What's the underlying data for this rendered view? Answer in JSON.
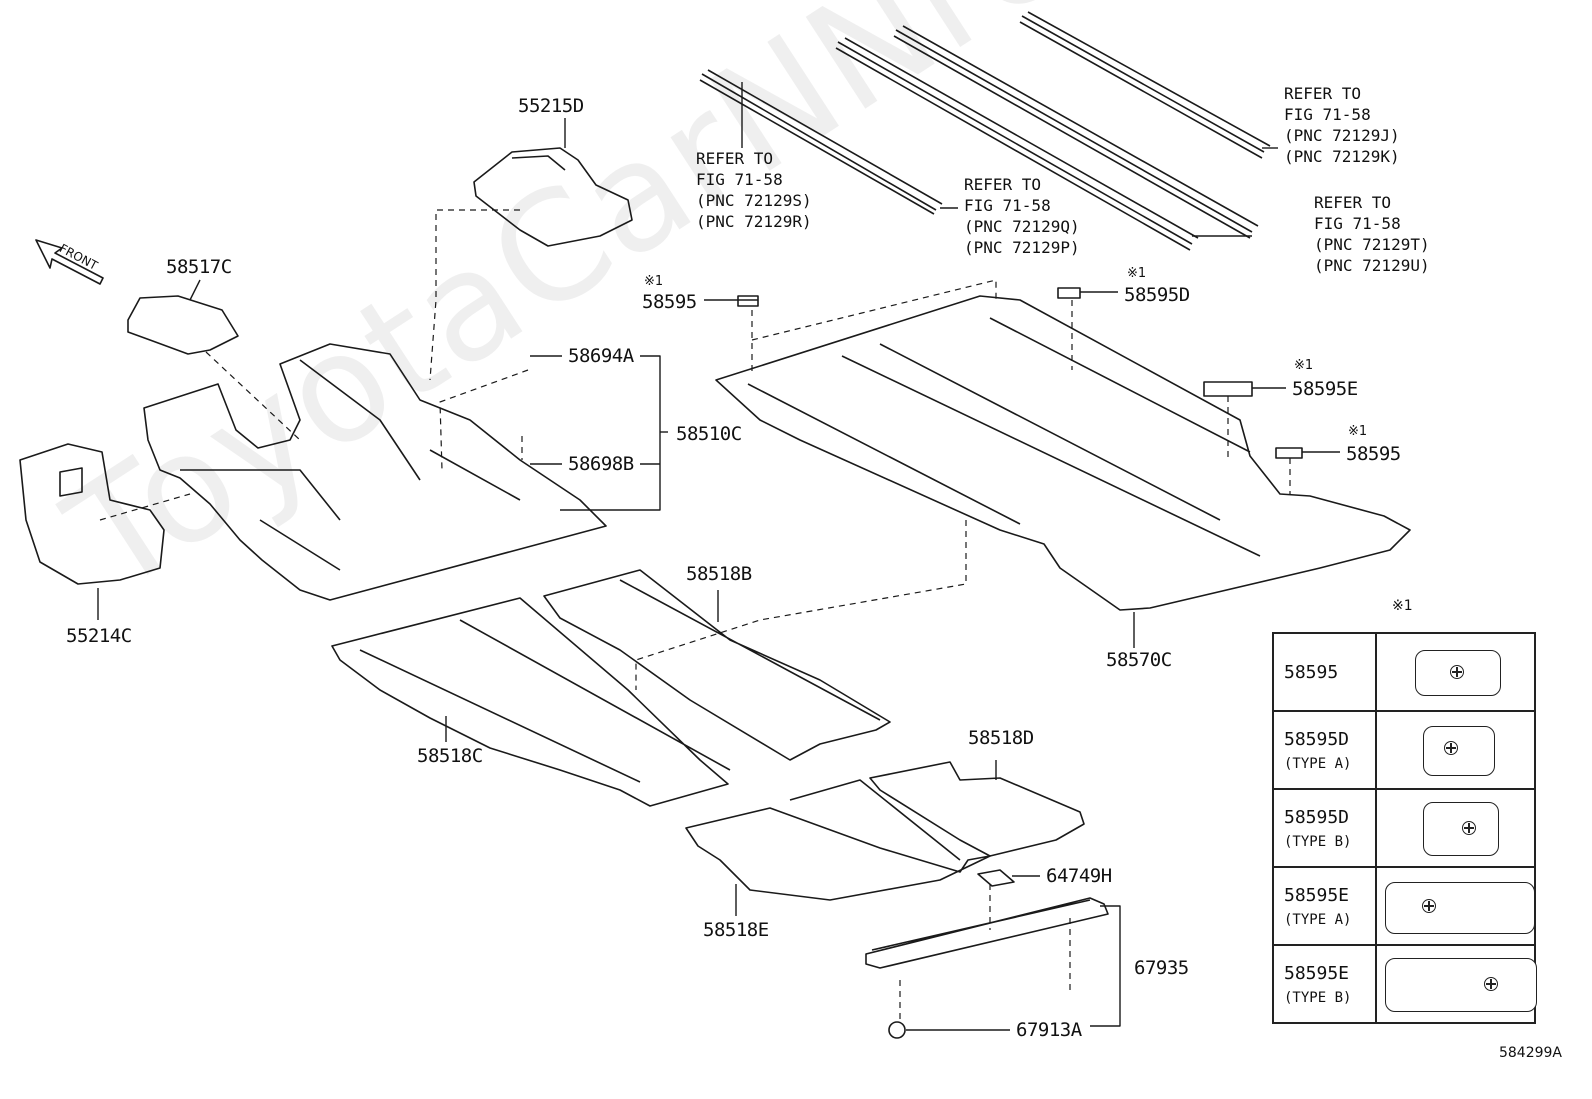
{
  "watermark": "ToyotaCarNNre.ru",
  "front_label": "FRONT",
  "diagram_code": "584299A",
  "legend_mark": "※1",
  "labels": {
    "p55215D": "55215D",
    "p58517C": "58517C",
    "p58694A": "58694A",
    "p58510C": "58510C",
    "p58698B": "58698B",
    "p55214C": "55214C",
    "p58518B": "58518B",
    "p58518C": "58518C",
    "p58518D": "58518D",
    "p58518E": "58518E",
    "p64749H": "64749H",
    "p67935": "67935",
    "p67913A": "67913A",
    "p58570C": "58570C",
    "p58595_a": "58595",
    "p58595D": "58595D",
    "p58595E": "58595E",
    "p58595_b": "58595"
  },
  "marks": {
    "m1": "※1",
    "m2": "※1",
    "m3": "※1",
    "m4": "※1"
  },
  "references": {
    "r1": "REFER TO\nFIG 71-58\n(PNC 72129S)\n(PNC 72129R)",
    "r2": "REFER TO\nFIG 71-58\n(PNC 72129Q)\n(PNC 72129P)",
    "r3": "REFER TO\nFIG 71-58\n(PNC 72129J)\n(PNC 72129K)",
    "r4": "REFER TO\nFIG 71-58\n(PNC 72129T)\n(PNC 72129U)"
  },
  "legend_table": [
    {
      "code": "58595",
      "type": ""
    },
    {
      "code": "58595D",
      "type": "(TYPE A)"
    },
    {
      "code": "58595D",
      "type": "(TYPE B)"
    },
    {
      "code": "58595E",
      "type": "(TYPE A)"
    },
    {
      "code": "58595E",
      "type": "(TYPE B)"
    }
  ]
}
